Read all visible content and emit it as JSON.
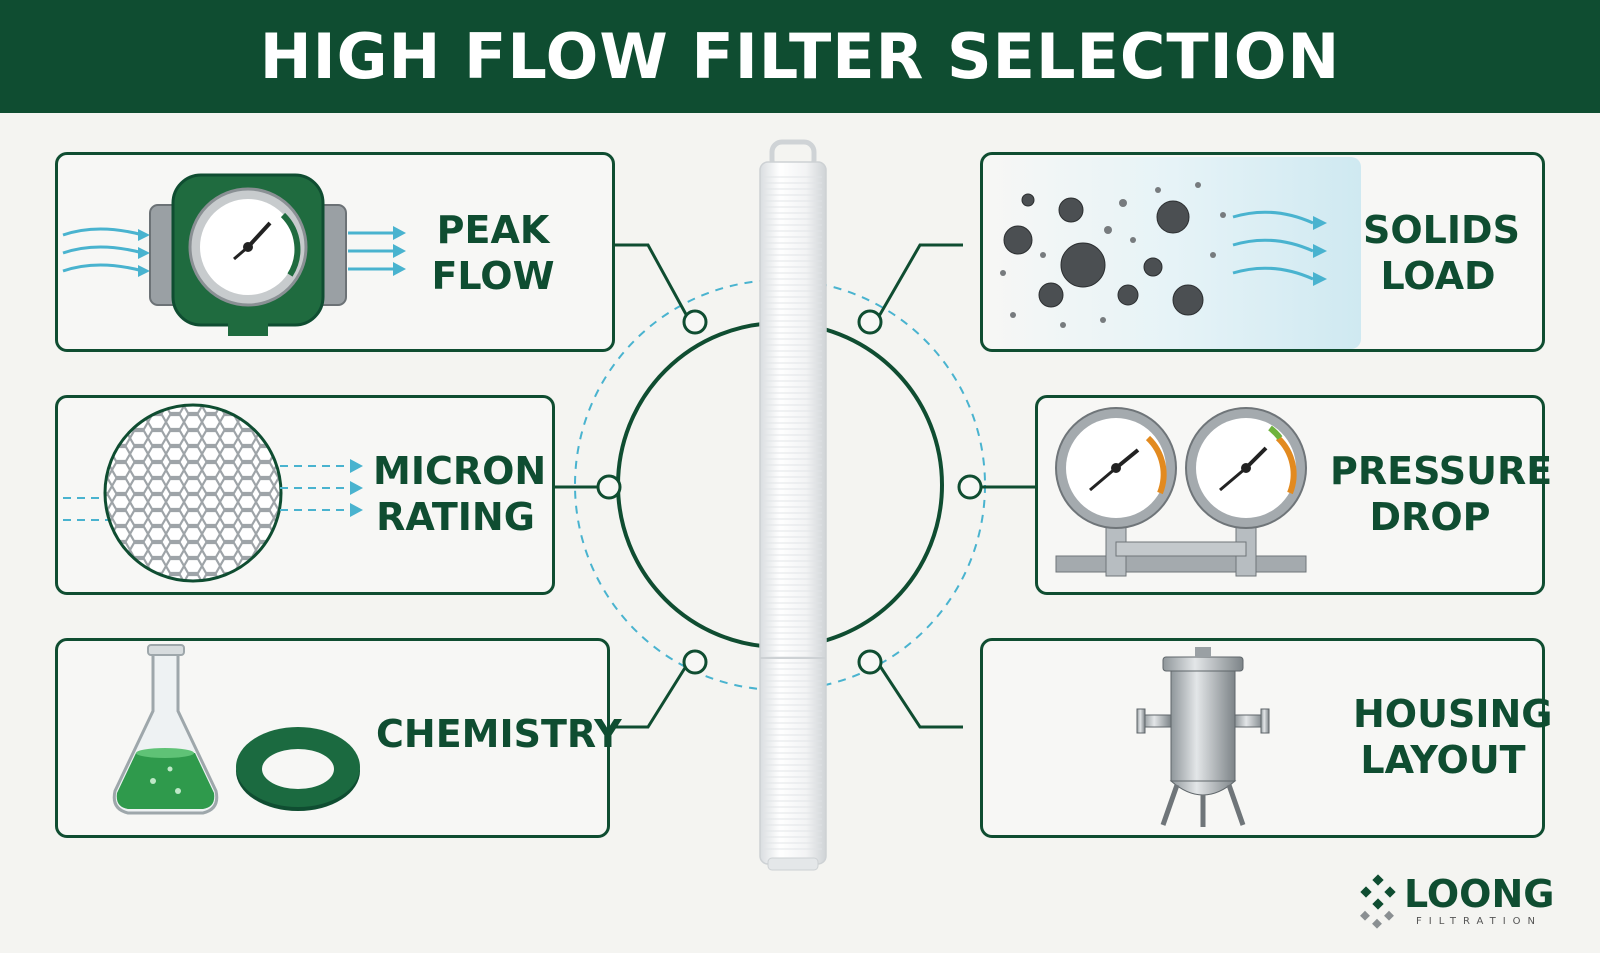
{
  "title": "HIGH FLOW FILTER SELECTION",
  "factors": [
    {
      "id": "peak-flow",
      "line1": "PEAK",
      "line2": "FLOW",
      "icon": "flow-meter-icon"
    },
    {
      "id": "micron-rating",
      "line1": "MICRON",
      "line2": "RATING",
      "icon": "filter-mesh-icon"
    },
    {
      "id": "chemistry",
      "line1": "CHEMISTRY",
      "line2": "",
      "icon": "flask-icon"
    },
    {
      "id": "solids-load",
      "line1": "SOLIDS",
      "line2": "LOAD",
      "icon": "particles-icon"
    },
    {
      "id": "pressure-drop",
      "line1": "PRESSURE",
      "line2": "DROP",
      "icon": "pressure-gauges-icon"
    },
    {
      "id": "housing-layout",
      "line1": "HOUSING",
      "line2": "LAYOUT",
      "icon": "filter-housing-icon"
    }
  ],
  "logo": {
    "name": "LOONG",
    "tagline": "FILTRATION"
  },
  "colors": {
    "brand": "#0f4d31",
    "accent": "#49b3cf",
    "background": "#f4f4f1"
  }
}
